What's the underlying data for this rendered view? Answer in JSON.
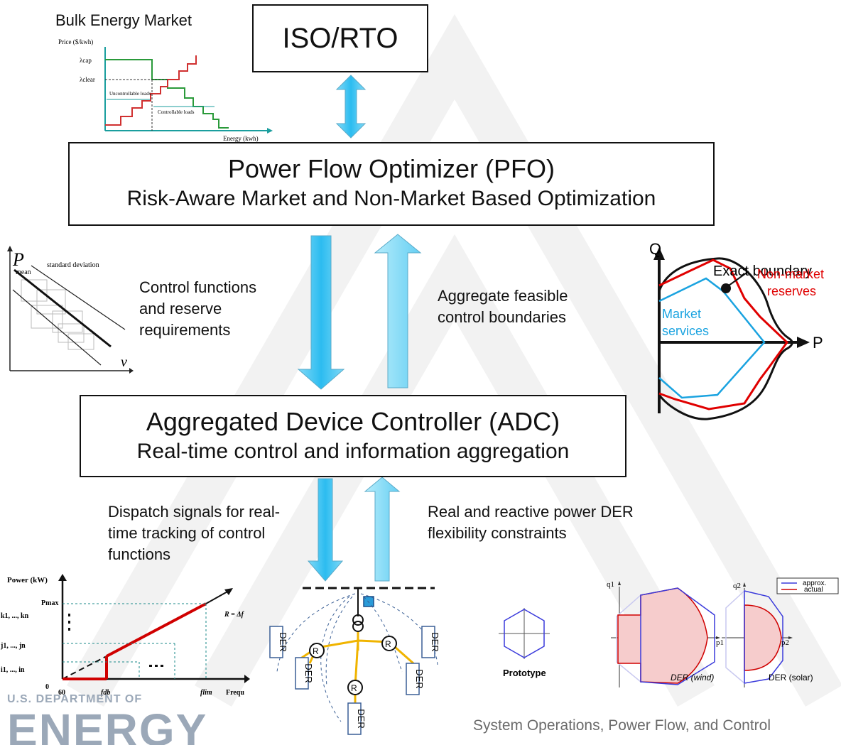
{
  "iso": {
    "title": "ISO/RTO"
  },
  "market": {
    "title": "Bulk Energy Market",
    "y_axis": "Price ($/kwh)",
    "x_axis": "Energy (kwh)",
    "lambda_cap": "λcap",
    "lambda_clear": "λclear",
    "uncontrollable": "Uncontrollable loads",
    "controllable": "Controllable loads"
  },
  "pfo": {
    "title": "Power Flow Optimizer (PFO)",
    "subtitle": "Risk-Aware Market and Non-Market Based Optimization"
  },
  "adc": {
    "title": "Aggregated Device Controller (ADC)",
    "subtitle": "Real-time control and information aggregation"
  },
  "flows": {
    "down_pfo": [
      "Control functions",
      "and reserve",
      "requirements"
    ],
    "up_pfo": [
      "Aggregate feasible",
      "control boundaries"
    ],
    "down_adc": [
      "Dispatch signals for real-",
      "time tracking of control",
      "functions"
    ],
    "up_adc": [
      "Real and reactive power DER",
      "flexibility constraints"
    ]
  },
  "stdplot": {
    "y": "P",
    "x": "ν",
    "mean": "mean",
    "std": "standard deviation"
  },
  "boundary": {
    "q": "Q",
    "p": "P",
    "exact": "Exact boundary",
    "nonmarket": [
      "Non-market",
      "reserves"
    ],
    "market": [
      "Market",
      "services"
    ],
    "colors": {
      "exact": "#111111",
      "nonmarket": "#e00000",
      "market": "#1aa3e0"
    }
  },
  "droop": {
    "y_axis": "Power (kW)",
    "pmax": "Pmax",
    "x_axis": "Frequ",
    "r": "R = Δf",
    "k_row": "k1, ..., kn",
    "j_row": "j1, ..., jn",
    "i_row": "i1, ..., in",
    "zero": "0",
    "f60": "60",
    "fdb": "fdb",
    "flim": "flim"
  },
  "feeder": {
    "der": "DER",
    "r": "R"
  },
  "hexes": {
    "prototype": "Prototype",
    "wind": "DER (wind)",
    "solar": "DER (solar)",
    "q1": "q1",
    "p1": "p1",
    "q2": "q2",
    "p2": "p2",
    "legend": [
      "approx.",
      "actual"
    ]
  },
  "footer": {
    "doe_small": "U.S. DEPARTMENT OF",
    "doe_big": "ENERGY",
    "caption": "System Operations, Power Flow, and Control"
  }
}
